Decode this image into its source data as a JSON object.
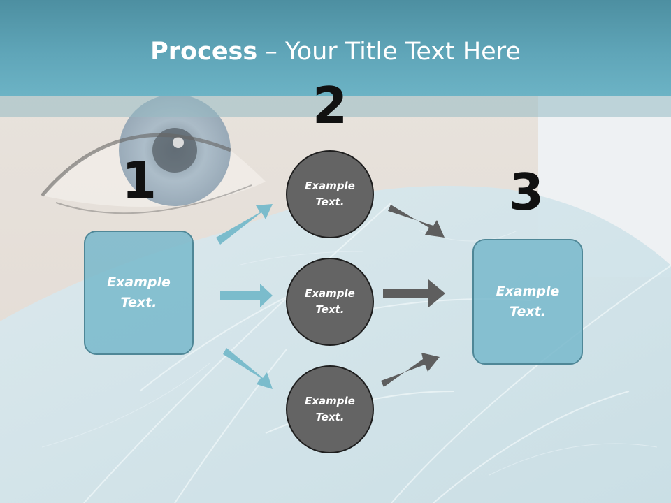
{
  "title": {
    "bold": "Process",
    "rest": " – Your Title Text Here"
  },
  "steps": {
    "one": {
      "number": "1",
      "text": "Example Text."
    },
    "two": {
      "number": "2",
      "items": [
        "Example Text.",
        "Example Text.",
        "Example Text."
      ]
    },
    "three": {
      "number": "3",
      "text": "Example Text."
    }
  },
  "colors": {
    "header": "#5fa5b8",
    "box_fill": "#78b9cb",
    "circle_fill": "#646464",
    "teal_arrow": "#7bbccc",
    "gray_arrow": "#5e5e5e"
  }
}
